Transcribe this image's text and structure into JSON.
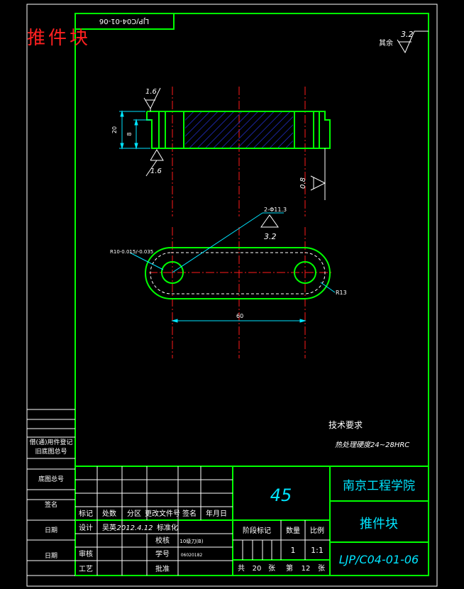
{
  "drawing": {
    "part_title": "推件块",
    "drawing_number_rotated": "LJP/C04-01-06",
    "surface_roughness": {
      "rest_label": "其余",
      "rest_value": "3.2",
      "top_value": "1.6",
      "bottom_value": "1.6",
      "right_value": "0.8",
      "hole_value": "3.2"
    },
    "dimensions": {
      "height_total": "20",
      "height_step": "8",
      "hole_note": "2-Φ11.3",
      "slot_radius_note": "R10-0.015/-0.035",
      "outer_radius": "R13",
      "center_distance": "60"
    },
    "tech_requirements": {
      "title": "技术要求",
      "item": "热处理硬度24~28HRC"
    }
  },
  "side_table": {
    "row1": "借(通)用件登记",
    "row1b": "旧底图总号",
    "row2": "底图总号",
    "row3": "签名",
    "row4": "日期",
    "row5": "日期"
  },
  "title_block": {
    "headers": [
      "标记",
      "处数",
      "分区",
      "更改文件号",
      "签名",
      "年月日"
    ],
    "designer_label": "设计",
    "designer_name": "吴英",
    "design_date": "2012.4.12",
    "standardize_label": "标准化",
    "check_label": "审核",
    "process_label": "工艺",
    "approve_label": "批准",
    "material": "45",
    "school": "南京工程学院",
    "part_name": "推件块",
    "drawing_number": "LJP/C04-01-06",
    "stage_label": "阶段标记",
    "weight_label": "数量",
    "scale_label": "比例",
    "quantity": "1",
    "scale": "1:1",
    "sheets_total_label": "共",
    "sheets_total": "20",
    "sheets_unit": "张",
    "sheet_label": "第",
    "sheet_number": "12",
    "sheet_unit2": "张",
    "extra1": "10级刀(B)",
    "extra2": "06020182",
    "extra_label1": "校核",
    "extra_label2": "学号"
  }
}
